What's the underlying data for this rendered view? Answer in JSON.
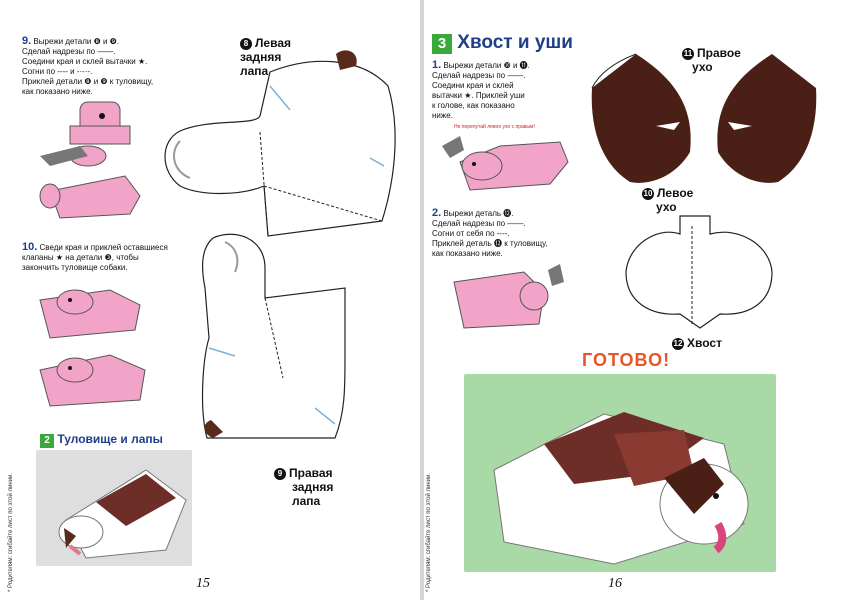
{
  "left_page": {
    "step9": {
      "num": "9.",
      "lines": [
        "Вырежи детали ❽ и ❾.",
        "Сделай надрезы по ——.",
        "Соедини края и склей вытачки ★.",
        "Согни по ---- и -·-·-.",
        "Приклей детали ❽ и ❾ к туловищу,",
        "как показано ниже."
      ]
    },
    "step10": {
      "num": "10.",
      "lines": [
        "Сведи края и приклей оставшиеся",
        "клапаны ★ на детали ❸, чтобы",
        "закончить туловище собаки."
      ]
    },
    "part8": {
      "num": "8",
      "label_lines": [
        "Левая",
        "задняя",
        "лапа"
      ]
    },
    "part9": {
      "num": "9",
      "label_lines": [
        "Правая",
        "задняя",
        "лапа"
      ]
    },
    "section2": {
      "num": "2",
      "title": "Туловище и лапы"
    },
    "side_note": "* Родителям: сгибайте лист по этой линии.",
    "page_number": "15"
  },
  "right_page": {
    "section3": {
      "num": "3",
      "title": "Хвост и уши"
    },
    "step1": {
      "num": "1.",
      "lines": [
        "Вырежи детали ❿ и ⓫.",
        "Сделай надрезы по ——.",
        "Соедини края и склей",
        "вытачки ★. Приклей уши",
        "к голове, как показано",
        "ниже."
      ]
    },
    "warning": "Не перепутай левое ухо с правым!",
    "step2": {
      "num": "2.",
      "lines": [
        "Вырежи деталь ⓬.",
        "Сделай надрезы по ——.",
        "Согни от себя по ----.",
        "Приклей деталь ⓬ к туловищу,",
        "как показано ниже."
      ]
    },
    "part11": {
      "num": "11",
      "label_lines": [
        "Правое",
        "ухо"
      ]
    },
    "part10": {
      "num": "10",
      "label_lines": [
        "Левое",
        "ухо"
      ]
    },
    "part12": {
      "num": "12",
      "label": "Хвост"
    },
    "done": "ГОТОВО!",
    "side_note": "* Родителям: сгибайте лист по этой линии.",
    "page_number": "16"
  },
  "colors": {
    "accent_blue": "#1f3e8a",
    "section_green": "#3aa83a",
    "done_orange": "#e8552a",
    "ear_brown": "#4a1f16",
    "dog_pink": "#f1a4c8",
    "photo_green": "#a9d9a7"
  }
}
